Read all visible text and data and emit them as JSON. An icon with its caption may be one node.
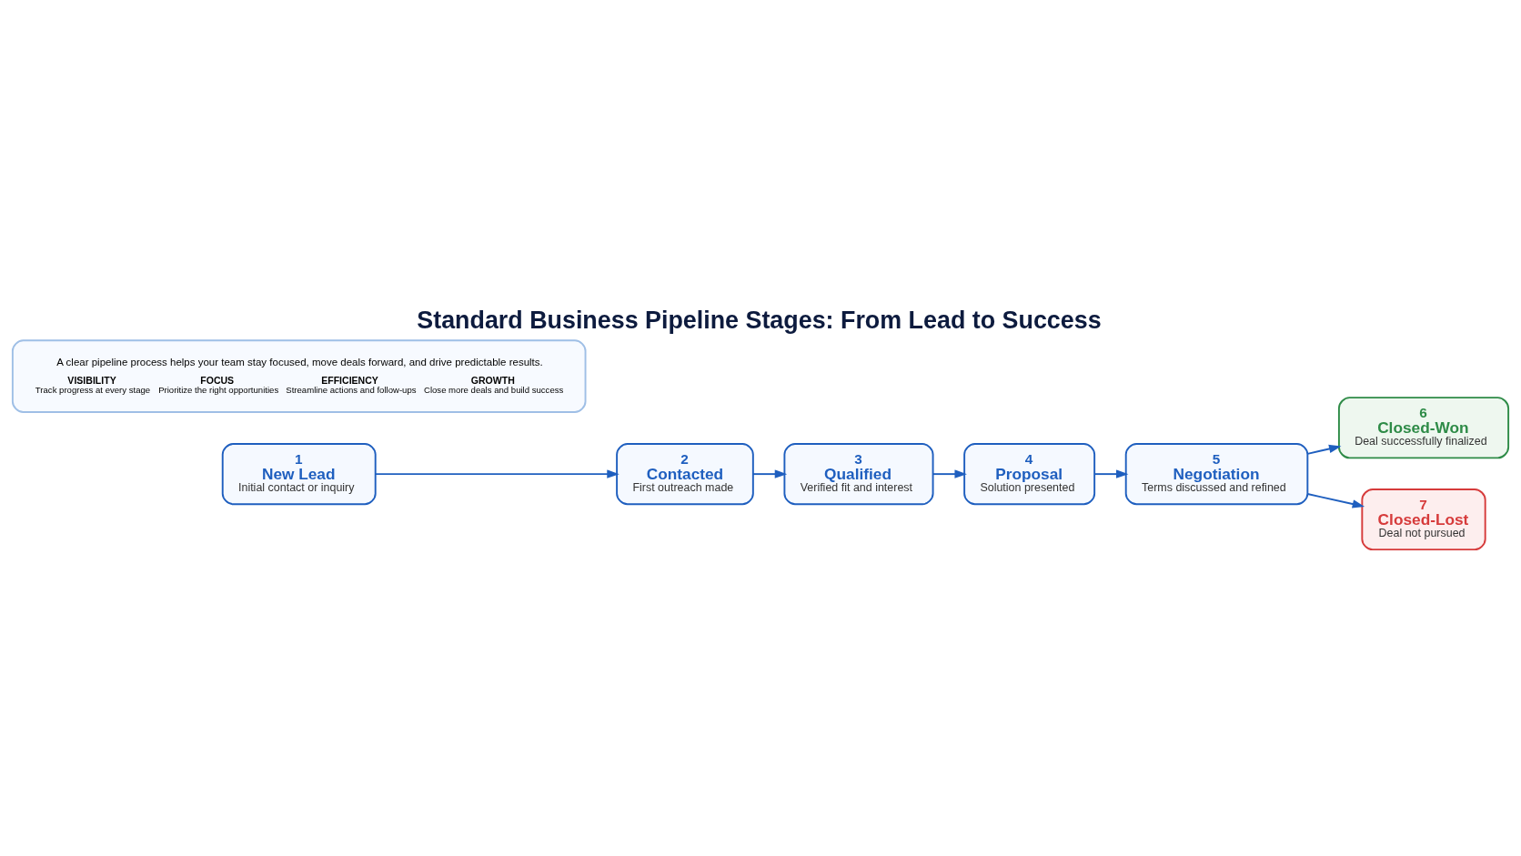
{
  "diagram": {
    "title": "Standard Business Pipeline Stages: From Lead to Success",
    "nodes": [
      {
        "text": [
          "1",
          "New Lead",
          "Initial contact or inquiry"
        ]
      },
      {
        "text": [
          "2",
          "Contacted",
          "First outreach made"
        ]
      },
      {
        "text": [
          "3",
          "Qualified",
          "Verified fit and interest"
        ]
      },
      {
        "text": [
          "4",
          "Proposal",
          "Solution presented"
        ]
      },
      {
        "text": [
          "5",
          "Negotiation",
          "Terms discussed and refined"
        ]
      },
      {
        "text": [
          "6",
          "Closed-Won",
          "Deal successfully finalized"
        ]
      },
      {
        "text": [
          "7",
          "Closed-Lost",
          "Deal not pursued"
        ]
      },
      {
        "text": [
          "A clear pipeline process helps your team stay focused, move deals forward, and drive predictable results.",
          "VISIBILITY",
          "Track progress at every stage",
          "FOCUS",
          "Prioritize the right opportunities",
          "EFFICIENCY",
          "Streamline actions and follow-ups",
          "GROWTH",
          "Close more deals and build success"
        ]
      }
    ],
    "edges": [
      {
        "from": 0,
        "to": 1,
        "arrow": "to"
      },
      {
        "from": 1,
        "to": 2,
        "arrow": "to"
      },
      {
        "from": 2,
        "to": 3,
        "arrow": "to"
      },
      {
        "from": 3,
        "to": 4,
        "arrow": "to"
      },
      {
        "from": 4,
        "to": 5,
        "arrow": "to"
      },
      {
        "from": 4,
        "to": 6,
        "arrow": "to"
      }
    ]
  }
}
